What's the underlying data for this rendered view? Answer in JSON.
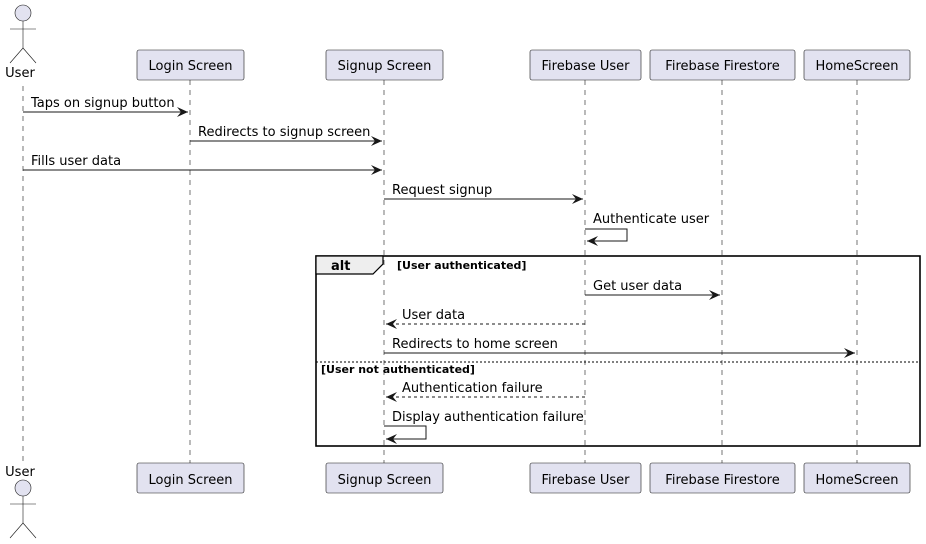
{
  "colors": {
    "participant_fill": "#E2E2F0",
    "line": "#181818",
    "fragment_tab": "#EEEEEE"
  },
  "actor": {
    "label": "User"
  },
  "participants": [
    {
      "label": "Login Screen"
    },
    {
      "label": "Signup Screen"
    },
    {
      "label": "Firebase User"
    },
    {
      "label": "Firebase Firestore"
    },
    {
      "label": "HomeScreen"
    }
  ],
  "messages": [
    {
      "label": "Taps on signup button"
    },
    {
      "label": "Redirects to signup screen"
    },
    {
      "label": "Fills user data"
    },
    {
      "label": "Request signup"
    },
    {
      "label": "Authenticate user"
    },
    {
      "label": "Get user data"
    },
    {
      "label": "User data"
    },
    {
      "label": "Redirects to home screen"
    },
    {
      "label": "Authentication failure"
    },
    {
      "label": "Display authentication failure"
    }
  ],
  "fragment": {
    "keyword": "alt",
    "guard_1": "[User authenticated]",
    "guard_2": "[User not authenticated]"
  }
}
